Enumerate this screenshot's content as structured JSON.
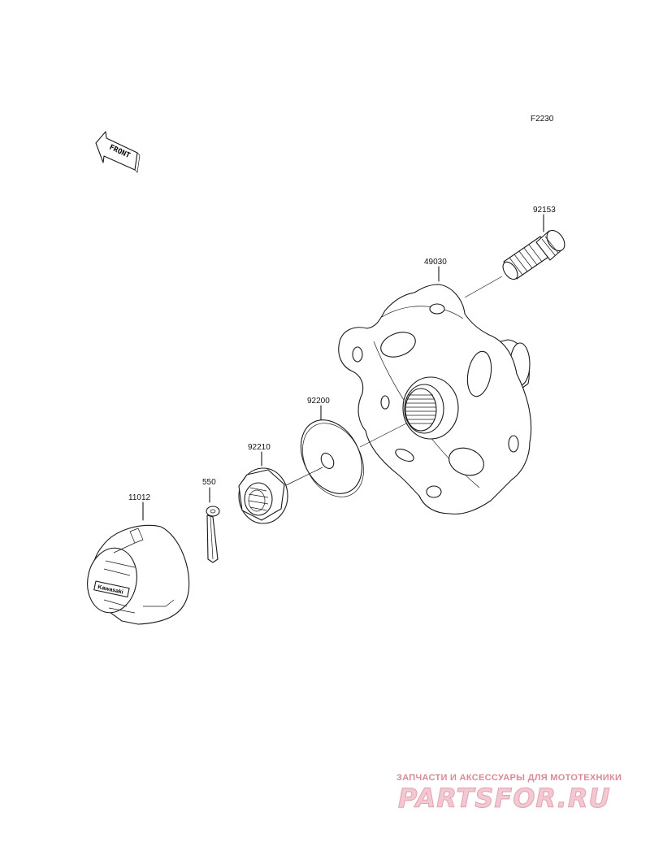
{
  "figure_code": "F2230",
  "front_label": "FRONT",
  "parts": [
    {
      "number": "92153"
    },
    {
      "number": "49030"
    },
    {
      "number": "92200"
    },
    {
      "number": "92210"
    },
    {
      "number": "550"
    },
    {
      "number": "11012"
    }
  ],
  "cap_logo_text": "Kawasaki",
  "watermark": {
    "tagline": "ЗАПЧАСТИ И АКСЕССУАРЫ ДЛЯ МОТОТЕХНИКИ",
    "logo": "PARTSFOR.RU"
  }
}
